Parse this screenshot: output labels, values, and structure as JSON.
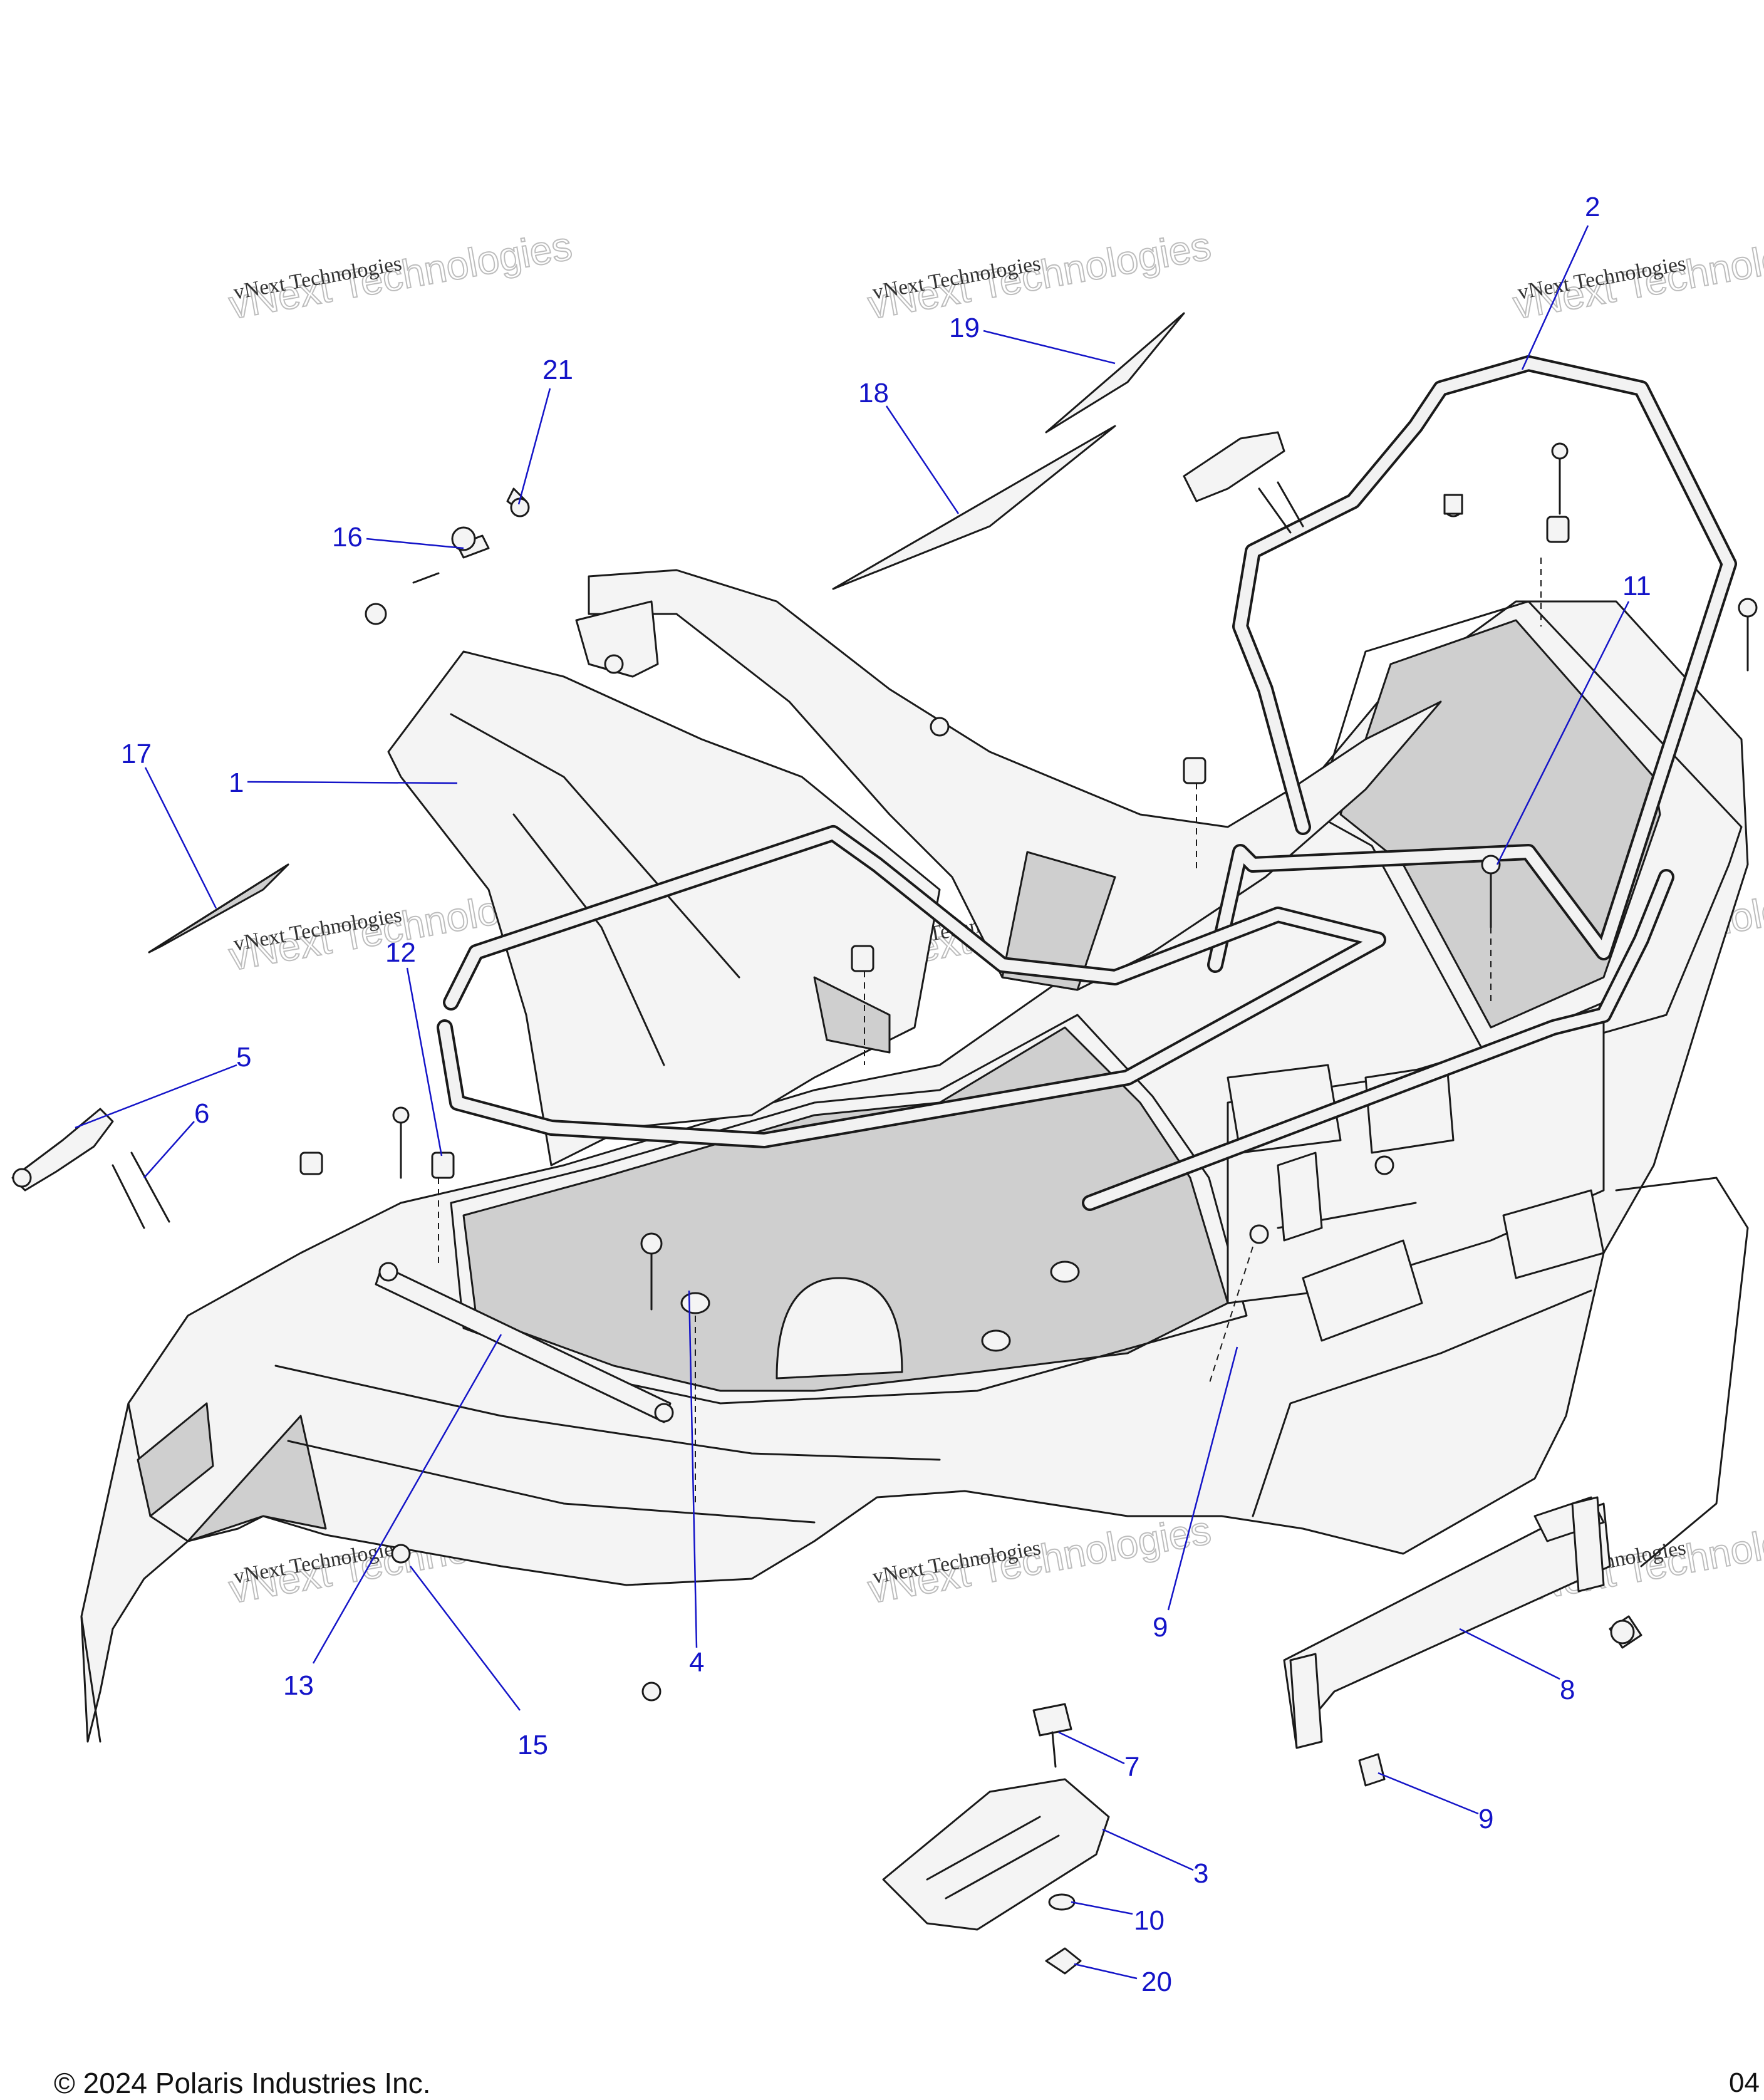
{
  "diagram": {
    "callouts": [
      {
        "id": "c1",
        "label": "1"
      },
      {
        "id": "c2",
        "label": "2"
      },
      {
        "id": "c3",
        "label": "3"
      },
      {
        "id": "c4",
        "label": "4"
      },
      {
        "id": "c5",
        "label": "5"
      },
      {
        "id": "c6",
        "label": "6"
      },
      {
        "id": "c7",
        "label": "7"
      },
      {
        "id": "c8",
        "label": "8"
      },
      {
        "id": "c9a",
        "label": "9"
      },
      {
        "id": "c9b",
        "label": "9"
      },
      {
        "id": "c10",
        "label": "10"
      },
      {
        "id": "c11",
        "label": "11"
      },
      {
        "id": "c12",
        "label": "12"
      },
      {
        "id": "c13",
        "label": "13"
      },
      {
        "id": "c15",
        "label": "15"
      },
      {
        "id": "c16",
        "label": "16"
      },
      {
        "id": "c17",
        "label": "17"
      },
      {
        "id": "c18",
        "label": "18"
      },
      {
        "id": "c19",
        "label": "19"
      },
      {
        "id": "c20",
        "label": "20"
      },
      {
        "id": "c21",
        "label": "21"
      }
    ],
    "watermark": {
      "line1": "vNext Technologies",
      "line2": "vNext Technologies"
    }
  },
  "footer": {
    "copyright": "© 2024 Polaris Industries Inc.",
    "corner_code": "04"
  },
  "colors": {
    "callout": "#1414c8",
    "line_art": "#1a1a1a",
    "shade": "#cfcfcf"
  }
}
